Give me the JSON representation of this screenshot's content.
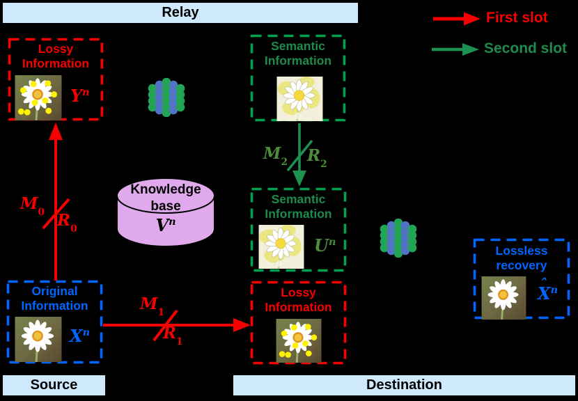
{
  "colors": {
    "red": "#F60000",
    "green": "#00A14F",
    "green_text": "#1E8A4C",
    "olive": "#4E8C3B",
    "blue": "#0066FF",
    "bar_fill": "#CEE9FB",
    "kb_fill": "#DFA9EC",
    "nn_green": "#23A455",
    "nn_blue": "#5272C4",
    "dot_yellow": "#FFF200"
  },
  "bars": {
    "relay": "Relay",
    "source": "Source",
    "destination": "Destination"
  },
  "legend": {
    "first_slot": "First slot",
    "second_slot": "Second slot"
  },
  "knowledge_base": {
    "line1": "Knowledge",
    "line2": "base",
    "symbol": {
      "base": "V",
      "sup": "n"
    }
  },
  "boxes": {
    "relay_lossy": {
      "line1": "Lossy",
      "line2": "Information",
      "symbol": {
        "base": "Y",
        "sup": "n"
      }
    },
    "relay_semantic": {
      "line1": "Semantic",
      "line2": "Information"
    },
    "dest_semantic": {
      "line1": "Semantic",
      "line2": "Information",
      "symbol": {
        "base": "U",
        "sup": "n"
      }
    },
    "dest_lossy": {
      "line1": "Lossy",
      "line2": "Information"
    },
    "dest_lossless": {
      "line1": "Lossless",
      "line2": "recovery",
      "symbol": {
        "base": "X",
        "hat": "ˆ",
        "sup": "n"
      }
    },
    "source_original": {
      "line1": "Original",
      "line2": "Information",
      "symbol": {
        "base": "X",
        "sup": "n"
      }
    }
  },
  "rates": {
    "m0": {
      "base": "M",
      "sub": "0"
    },
    "r0": {
      "base": "R",
      "sub": "0"
    },
    "m1": {
      "base": "M",
      "sub": "1"
    },
    "r1": {
      "base": "R",
      "sub": "1"
    },
    "m2": {
      "base": "M",
      "sub": "2"
    },
    "r2": {
      "base": "R",
      "sub": "2"
    }
  }
}
